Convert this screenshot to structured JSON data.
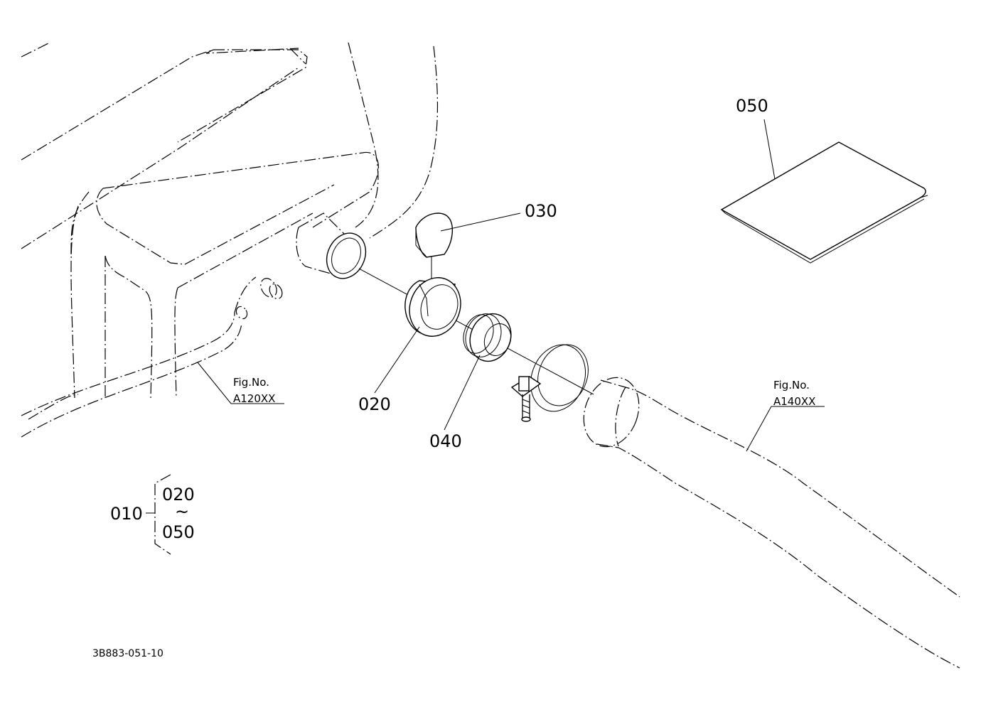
{
  "diagram": {
    "callouts": {
      "p050": "050",
      "p030": "030",
      "p020": "020",
      "p040": "040"
    },
    "references": {
      "tank": {
        "fig_label": "Fig.No.",
        "fig_number": "A120XX"
      },
      "hose": {
        "fig_label": "Fig.No.",
        "fig_number": "A140XX"
      }
    },
    "assembly": {
      "parent": "010",
      "range_start": "020",
      "range_sep": "~",
      "range_end": "050"
    },
    "drawing_code": "3B883-051-10"
  }
}
